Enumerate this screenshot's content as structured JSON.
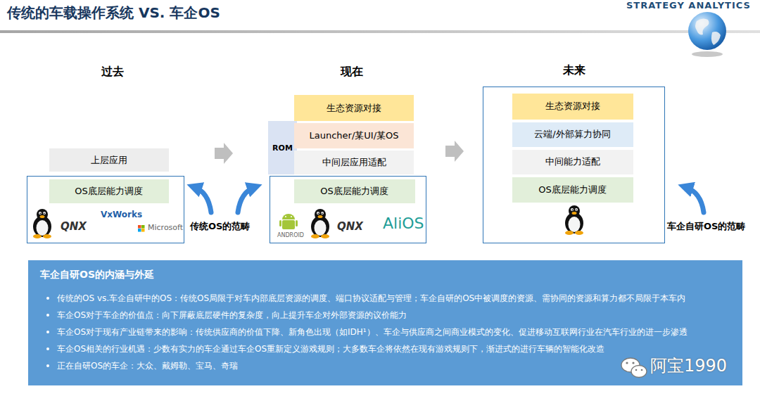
{
  "diagram": {
    "title": "传统的车载操作系统 VS. 车企OS",
    "nodes": [
      {
        "text": [
          "上层应用"
        ]
      },
      {
        "text": [
          "QNX",
          "VxWorks",
          "Microsoft"
        ]
      },
      {
        "text": [
          "OS底层能力调度"
        ],
        "in": 1
      },
      {
        "text": [
          "ROM"
        ]
      },
      {
        "text": [
          "生态资源对接"
        ]
      },
      {
        "text": [
          "Launcher/某UI/某OS"
        ]
      },
      {
        "text": [
          "中间层应用适配"
        ]
      },
      {
        "text": [
          "ANDROID",
          "QNX",
          "AliOS"
        ]
      },
      {
        "text": [
          "OS底层能力调度"
        ],
        "in": 7
      },
      {
        "text": [
          "未来"
        ]
      },
      {
        "text": [
          "生态资源对接"
        ],
        "in": 9
      },
      {
        "text": [
          "云端/外部算力协同"
        ],
        "in": 9
      },
      {
        "text": [
          "中间能力适配"
        ],
        "in": 9
      },
      {
        "text": [
          "OS底层能力调度"
        ],
        "in": 9
      },
      {
        "text": [
          "车企自研OS的内涵与外延",
          "传统的OS vs.车企自研中的OS：传统OS局限于对车内部底层资源的调度、端口协议适配与管理；车企自研的OS中被调度的资源、需协同的资源和算力都不局限于本车内",
          "车企OS对于车企的价值点：向下屏蔽底层硬件的复杂度，向上提升车企对外部资源的议价能力",
          "车企OS对于现有产业链带来的影响：传统供应商的价值下降、新角色出现（如IDH¹）、车企与供应商之间商业模式的变化、促进移动互联网行业在汽车行业的进一步渗透",
          "车企OS相关的行业机遇：少数有实力的车企通过车企OS重新定义游戏规则；大多数车企将依然在现有游戏规则下，渐进式的进行车辆的智能化改造",
          "正在自研OS的车企：大众、戴姆勒、宝马、奇瑞"
        ]
      }
    ],
    "labels": [
      "STRATEGY ANALYTICS",
      "过去",
      "现在",
      "传统OS的范畴",
      "车企自研OS的范畴",
      "阿宝1990"
    ]
  }
}
